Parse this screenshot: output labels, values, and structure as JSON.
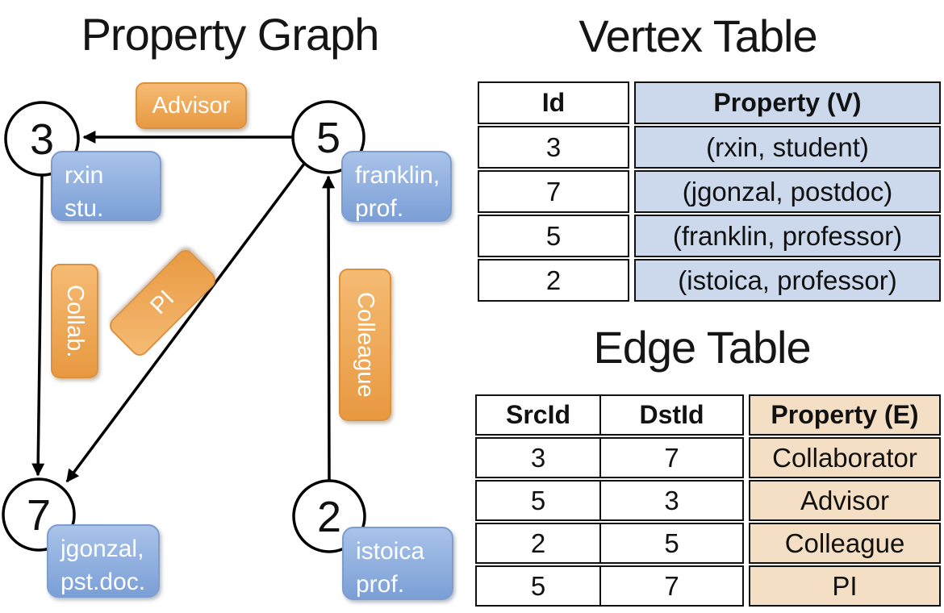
{
  "graph": {
    "title": "Property Graph",
    "nodes": [
      {
        "id": "3",
        "line1": "rxin",
        "line2": "stu."
      },
      {
        "id": "5",
        "line1": "franklin,",
        "line2": "prof."
      },
      {
        "id": "7",
        "line1": "jgonzal,",
        "line2": "pst.doc."
      },
      {
        "id": "2",
        "line1": "istoica",
        "line2": "prof."
      }
    ],
    "edge_labels": {
      "advisor": "Advisor",
      "collab": "Collab.",
      "pi": "PI",
      "colleague": "Colleague"
    },
    "edges": [
      {
        "src": "5",
        "dst": "3",
        "label": "Advisor"
      },
      {
        "src": "3",
        "dst": "7",
        "label": "Collab."
      },
      {
        "src": "5",
        "dst": "7",
        "label": "PI"
      },
      {
        "src": "2",
        "dst": "5",
        "label": "Colleague"
      }
    ]
  },
  "vertex_table": {
    "title": "Vertex Table",
    "headers": {
      "id": "Id",
      "property": "Property (V)"
    },
    "rows": [
      {
        "id": "3",
        "property": "(rxin, student)"
      },
      {
        "id": "7",
        "property": "(jgonzal, postdoc)"
      },
      {
        "id": "5",
        "property": "(franklin, professor)"
      },
      {
        "id": "2",
        "property": "(istoica, professor)"
      }
    ]
  },
  "edge_table": {
    "title": "Edge Table",
    "headers": {
      "src": "SrcId",
      "dst": "DstId",
      "property": "Property (E)"
    },
    "rows": [
      {
        "src": "3",
        "dst": "7",
        "property": "Collaborator"
      },
      {
        "src": "5",
        "dst": "3",
        "property": "Advisor"
      },
      {
        "src": "2",
        "dst": "5",
        "property": "Colleague"
      },
      {
        "src": "5",
        "dst": "7",
        "property": "PI"
      }
    ]
  },
  "colors": {
    "edge_label_fill_top": "#f5bb74",
    "edge_label_fill_bottom": "#e89940",
    "edge_label_border": "#dc9140",
    "vertex_label_fill_top": "#a9c3e9",
    "vertex_label_fill_bottom": "#7b9fd6",
    "vertex_label_border": "#7d9cd0",
    "vertex_cell_fill": "#ccd9ed",
    "edge_cell_fill": "#f5dfc4",
    "table_border": "#111111",
    "graph_line": "#000000",
    "label_text": "#ffffff"
  }
}
